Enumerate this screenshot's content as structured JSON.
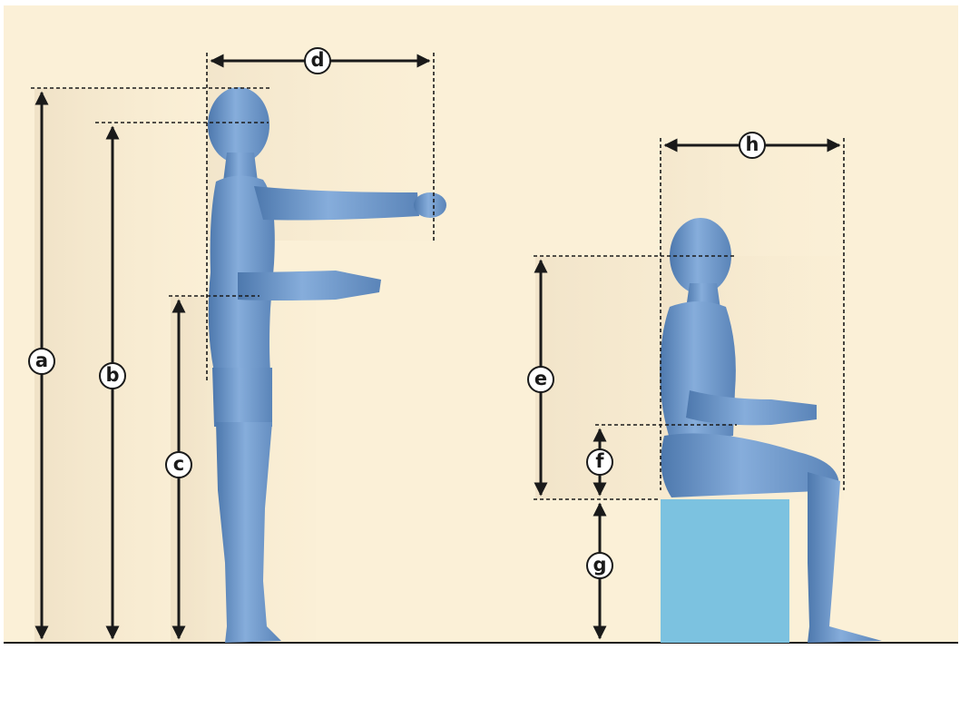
{
  "labels": {
    "a": "a",
    "b": "b",
    "c": "c",
    "d": "d",
    "e": "e",
    "f": "f",
    "g": "g",
    "h": "h"
  },
  "colors": {
    "background": "#fbf0d7",
    "shade": "#e9dcc2",
    "body": "#7fa6d4",
    "body_dark": "#4f79ad",
    "seat": "#7cc2e0",
    "line": "#1a1a1a"
  }
}
